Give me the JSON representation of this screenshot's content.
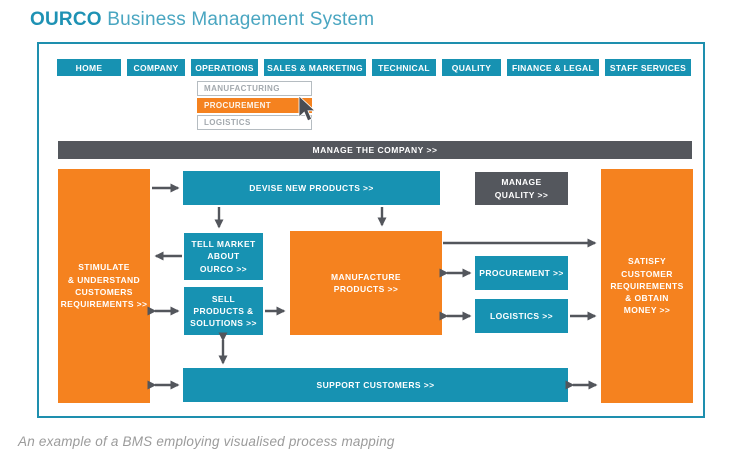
{
  "header": {
    "brand": "OURCO",
    "title": "Business Management System"
  },
  "nav": {
    "items": [
      {
        "label": "HOME"
      },
      {
        "label": "COMPANY"
      },
      {
        "label": "OPERATIONS"
      },
      {
        "label": "SALES & MARKETING"
      },
      {
        "label": "TECHNICAL"
      },
      {
        "label": "QUALITY"
      },
      {
        "label": "FINANCE & LEGAL"
      },
      {
        "label": "STAFF SERVICES"
      }
    ]
  },
  "dropdown": {
    "parent": "OPERATIONS",
    "items": [
      {
        "label": "MANUFACTURING",
        "highlighted": false
      },
      {
        "label": "PROCUREMENT",
        "highlighted": true
      },
      {
        "label": "LOGISTICS",
        "highlighted": false
      }
    ]
  },
  "diagram": {
    "manage_company": "MANAGE THE COMPANY >>",
    "stimulate": "STIMULATE\n& UNDERSTAND\nCUSTOMERS\nREQUIREMENTS >>",
    "devise": "DEVISE NEW PRODUCTS >>",
    "manage_quality": "MANAGE\nQUALITY >>",
    "tell_market": "TELL MARKET\nABOUT\nOURCO >>",
    "sell": "SELL\nPRODUCTS &\nSOLUTIONS >>",
    "manufacture": "MANUFACTURE\nPRODUCTS >>",
    "procurement": "PROCUREMENT >>",
    "logistics": "LOGISTICS >>",
    "support": "SUPPORT CUSTOMERS >>",
    "satisfy": "SATISFY\nCUSTOMER\nREQUIREMENTS\n& OBTAIN\nMONEY >>"
  },
  "caption": "An example of a BMS employing visualised process mapping",
  "colors": {
    "teal": "#1792b2",
    "orange": "#f5821f",
    "dark_gray": "#54575d",
    "frame_border": "#1e8fae",
    "title_brand": "#1e92b4",
    "title_rest": "#4aa6c1"
  }
}
